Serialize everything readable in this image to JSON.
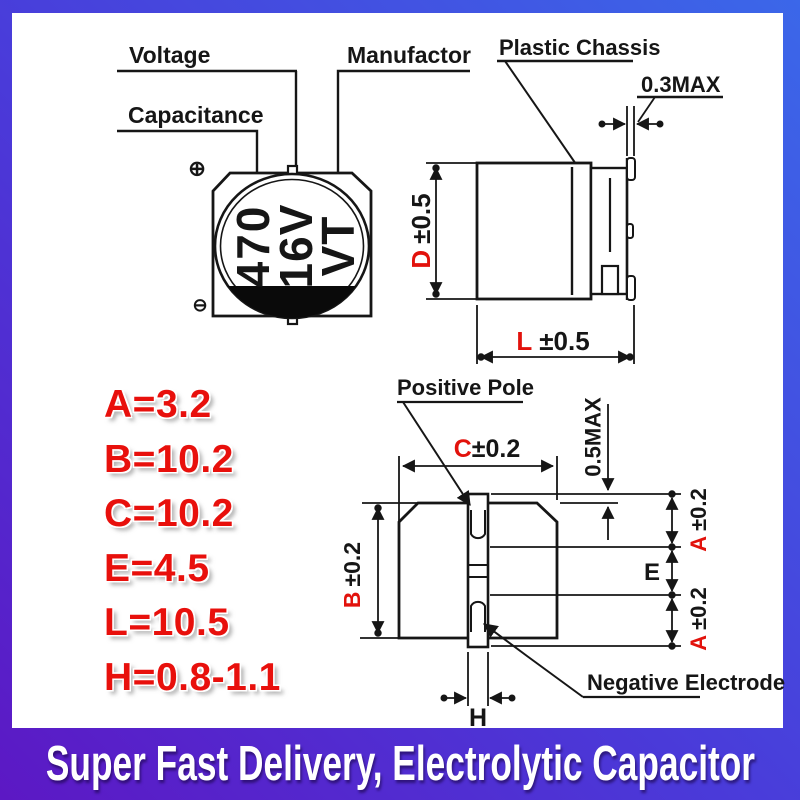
{
  "colors": {
    "frame_purple": "#5c18c4",
    "frame_blue": "#3b67e9",
    "accent_red": "#e2120c",
    "line_black": "#161616"
  },
  "top_labels": {
    "voltage": "Voltage",
    "capacitance": "Capacitance",
    "manufactor": "Manufactor",
    "plastic_chassis": "Plastic Chassis",
    "lead_max": "0.3MAX"
  },
  "top_view": {
    "capacitance_marking": "470",
    "voltage_marking": "16V",
    "manufacturer_marking": "VT",
    "plus_mark": "⊕",
    "minus_mark": "⊖"
  },
  "side_view": {
    "d_letter": "D",
    "d_tol": "±0.5",
    "l_letter": "L",
    "l_tol": "±0.5"
  },
  "bottom_view": {
    "positive_pole": "Positive Pole",
    "negative_electrode": "Negative Electrode",
    "c_letter": "C",
    "c_tol": "±0.2",
    "pad_max": "0.5MAX",
    "b_letter": "B",
    "b_tol": "±0.2",
    "a_top_letter": "A",
    "a_top_tol": "±0.2",
    "e_letter": "E",
    "a_bottom_letter": "A",
    "a_bottom_tol": "±0.2",
    "h_letter": "H"
  },
  "dimensions_list": [
    "A=3.2",
    "B=10.2",
    "C=10.2",
    "E=4.5",
    "L=10.5",
    "H=0.8-1.1"
  ],
  "banner": {
    "text": "Super Fast Delivery, Electrolytic Capacitor"
  }
}
